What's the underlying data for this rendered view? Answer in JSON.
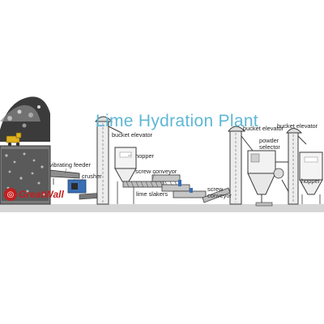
{
  "diagram": {
    "title": "Lime Hydration Plant",
    "brand": "GreatWall",
    "labels": {
      "vibrating_feeder": "vibrating feeder",
      "crusher": "crusher",
      "bucket_elevator_1": "bucket elevator",
      "hopper_1": "hopper",
      "screw_conveyor_1": "screw conveyor",
      "lime_slakers": "lime slakers",
      "screw_conveyor_2a": "screw",
      "screw_conveyor_2b": "conveyor",
      "bucket_elevator_2": "bucket elevator",
      "powder_selector_a": "powder",
      "powder_selector_b": "selector",
      "bucket_elevator_3": "bucket elevator",
      "hopper_2": "hopper"
    },
    "colors": {
      "title": "#5fb7d6",
      "brand": "#c41e1e",
      "equipment_stroke": "#3a3a3a",
      "elevator_fill": "#e8e8e8",
      "rock_dark": "#2d2d2d",
      "rock_light": "#9a9a9a",
      "truck": "#e0b020",
      "ground": "#cfcfcf",
      "flow_blue": "#3a6fb5"
    }
  }
}
